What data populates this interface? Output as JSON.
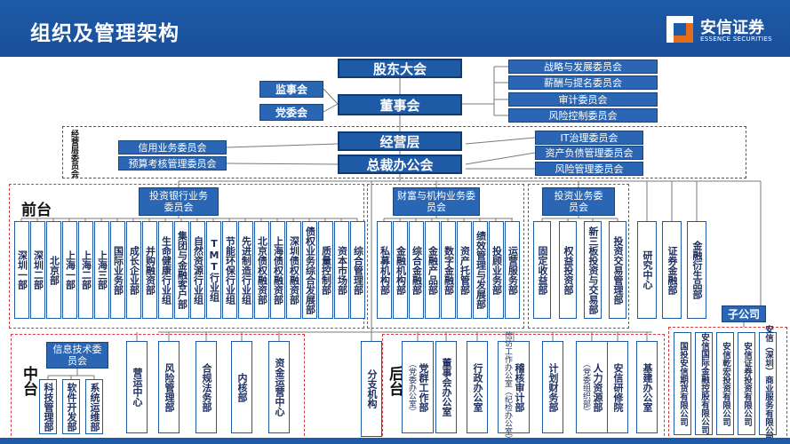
{
  "header": {
    "title": "组织及管理架构",
    "logo_name": "安信证券",
    "logo_en": "ESSENCE SECURITIES",
    "bg_color": "#1d5aa8"
  },
  "top": {
    "shareholders": "股东大会",
    "supervisors": "监事会",
    "party": "党委会",
    "board": "董事会",
    "management": "经营层",
    "president_office": "总裁办公会",
    "management_committee_label": "经营层委员会"
  },
  "board_committees": [
    "战略与发展委员会",
    "薪酬与提名委员会",
    "审计委员会",
    "风险控制委员会"
  ],
  "left_committees": [
    "信用业务委员会",
    "预算考核管理委员会"
  ],
  "right_committees": [
    "IT治理委员会",
    "资产负债管理委员会",
    "风险管理委员会"
  ],
  "front": {
    "label": "前台",
    "ib_committee": "投资银行业务委员会",
    "ib_units": [
      "深圳一部",
      "深圳二部",
      "北京部",
      "上海一部",
      "上海二部",
      "上海三部",
      "国际业务部",
      "成长企业部",
      "并购融资部",
      "生命健康行业组",
      "集团与金融客户部",
      "自然资源行业组",
      "TMT行业组",
      "节能环保行业组",
      "先进制造行业组",
      "北京债权融资部",
      "上海债权融资部",
      "深圳债权融资部",
      "债权业务综合发展部",
      "质量控制部",
      "资本市场部",
      "综合管理部"
    ],
    "wealth_committee": "财富与机构业务委员会",
    "wealth_units": [
      "私募机构部",
      "金融机构部",
      "综合金融部",
      "金融产品部",
      "数字金融部",
      "资产托管部",
      "绩效管理与发展部",
      "投顾业务部",
      "运营服务部"
    ],
    "invest_committee": "投资业务委员会",
    "invest_units": [
      "固定收益部",
      "权益投资部",
      "新三板投资与交易部",
      "投资交易管理部"
    ],
    "other_units": [
      "研究中心",
      "证券金融部",
      "金融衍生品部"
    ]
  },
  "subsidiary": {
    "label": "子公司",
    "companies": [
      "国投安信期货有限公司",
      "安信国际金融控股有限公司",
      "安信乾宏投资有限公司",
      "安信证券投资有限公司",
      "安信（深圳）商业服务有限公司"
    ]
  },
  "middle": {
    "label": "中台",
    "it_committee": "信息技术委员会",
    "it_units": [
      "科技管理部",
      "软件开发部",
      "系统运维部"
    ],
    "units": [
      "营运中心",
      "风险管理部",
      "合规法务部",
      "内核部",
      "资金运营中心"
    ]
  },
  "branch": "分支机构",
  "back": {
    "label": "后台",
    "units": [
      {
        "main": "党群工作部",
        "note": "（党委办公室）"
      },
      {
        "main": "董事会办公室",
        "note": ""
      },
      {
        "main": "行政办公室",
        "note": ""
      },
      {
        "main": "稽核审计部",
        "note": "信访工作办公室（纪检办公室）"
      },
      {
        "main": "计划财务部",
        "note": ""
      },
      {
        "main": "人力资源部",
        "note": "（党委组织部）"
      },
      {
        "main": "安信研修院",
        "note": ""
      },
      {
        "main": "基建办公室",
        "note": ""
      }
    ]
  },
  "colors": {
    "main_box": "#1e5aa6",
    "accent_dash": "#d63a3a",
    "line": "#7a7a7a"
  }
}
